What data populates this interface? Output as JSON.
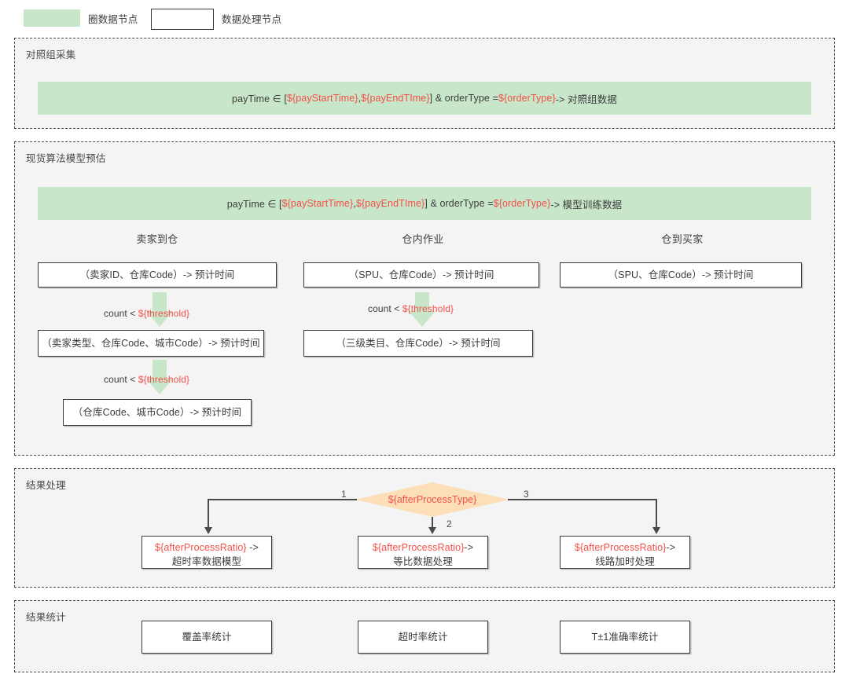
{
  "legend": {
    "green_label": "圈数据节点",
    "box_label": "数据处理节点",
    "green_color": "#c8e6c9",
    "box_border_color": "#3a3a3a"
  },
  "colors": {
    "panel_bg": "#f4f4f4",
    "panel_border": "#4a4a4a",
    "green": "#c8e6c9",
    "diamond": "#fcdfb7",
    "variable_red": "#f4504a",
    "text": "#3c3c3c"
  },
  "sections": {
    "collect": {
      "title": "对照组采集",
      "banner": {
        "prefix": "payTime ∈ [",
        "var1": "${payStartTime}",
        "sep": " , ",
        "var2": "${payEndTIme}",
        "mid": "] & orderType = ",
        "var3": "${orderType}",
        "suffix": " -> 对照组数据"
      }
    },
    "model": {
      "title": "现货算法模型预估",
      "banner": {
        "prefix": "payTime ∈ [",
        "var1": "${payStartTime}",
        "sep": " , ",
        "var2": "${payEndTIme}",
        "mid": "] & orderType = ",
        "var3": "${orderType}",
        "suffix": " -> 模型训练数据"
      },
      "columns": [
        {
          "header": "卖家到仓",
          "levels": [
            "（卖家ID、仓库Code）-> 预计时间",
            "（卖家类型、仓库Code、城市Code）-> 预计时间",
            "（仓库Code、城市Code）-> 预计时间"
          ]
        },
        {
          "header": "仓内作业",
          "levels": [
            "（SPU、仓库Code）-> 预计时间",
            "（三级类目、仓库Code）-> 预计时间"
          ]
        },
        {
          "header": "仓到买家",
          "levels": [
            "（SPU、仓库Code）-> 预计时间"
          ]
        }
      ],
      "threshold_label": {
        "prefix": "count < ",
        "var": "${threshold}"
      }
    },
    "result": {
      "title": "结果处理",
      "decision": "${afterProcessType}",
      "branches": [
        "1",
        "2",
        "3"
      ],
      "outputs": [
        {
          "var": "${afterProcessRatio}",
          "arrow": " ->",
          "label": "超时率数据模型"
        },
        {
          "var": "${afterProcessRatio}",
          "arrow": "->",
          "label": "等比数据处理"
        },
        {
          "var": "${afterProcessRatio}",
          "arrow": "->",
          "label": "线路加时处理"
        }
      ]
    },
    "stats": {
      "title": "结果统计",
      "items": [
        "覆盖率统计",
        "超时率统计",
        "T±1准确率统计"
      ]
    }
  }
}
